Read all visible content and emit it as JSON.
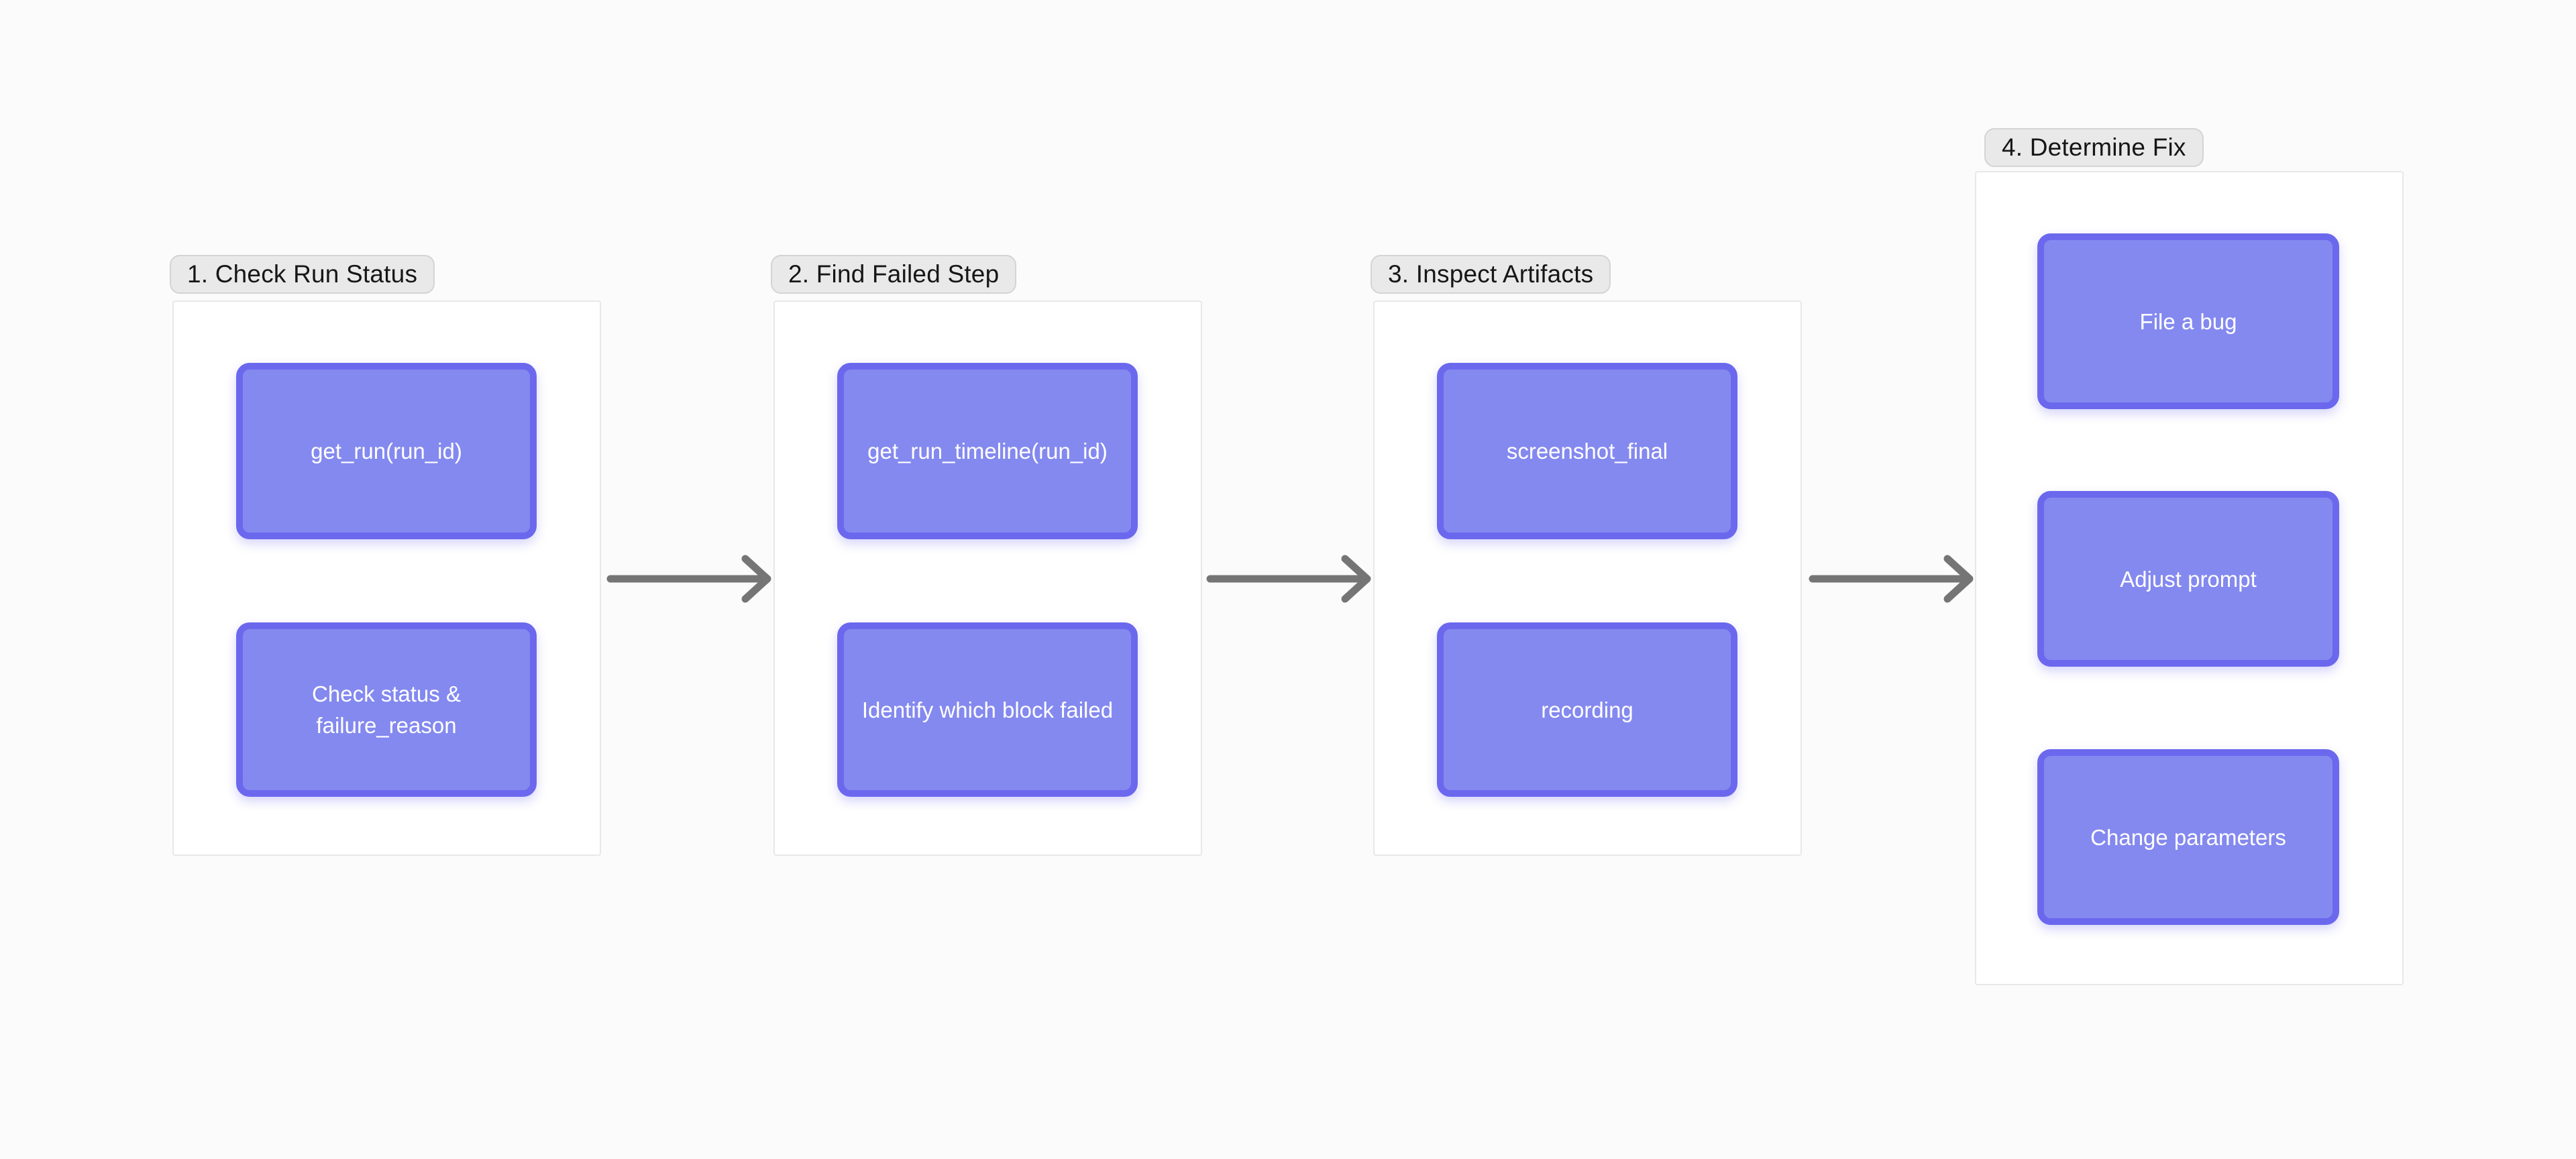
{
  "colors": {
    "canvas_bg": "#fbfbfb",
    "group_bg": "#ffffff",
    "group_border": "#e8e8e8",
    "label_bg": "#e9e9e9",
    "label_border": "#d4d4d4",
    "label_text": "#161616",
    "node_fill": "#8489ef",
    "node_border": "#6b68ee",
    "node_text": "#ffffff",
    "arrow": "#757575"
  },
  "groups": [
    {
      "label": "1. Check Run Status",
      "nodes": [
        "get_run(run_id)",
        "Check status & failure_reason"
      ]
    },
    {
      "label": "2. Find Failed Step",
      "nodes": [
        "get_run_timeline(run_id)",
        "Identify which block failed"
      ]
    },
    {
      "label": "3. Inspect Artifacts",
      "nodes": [
        "screenshot_final",
        "recording"
      ]
    },
    {
      "label": "4. Determine Fix",
      "nodes": [
        "File a bug",
        "Adjust prompt",
        "Change parameters"
      ]
    }
  ],
  "connectors": [
    {
      "from": "1. Check Run Status",
      "to": "2. Find Failed Step",
      "type": "arrow-right"
    },
    {
      "from": "2. Find Failed Step",
      "to": "3. Inspect Artifacts",
      "type": "arrow-right"
    },
    {
      "from": "3. Inspect Artifacts",
      "to": "4. Determine Fix",
      "type": "arrow-right"
    }
  ]
}
